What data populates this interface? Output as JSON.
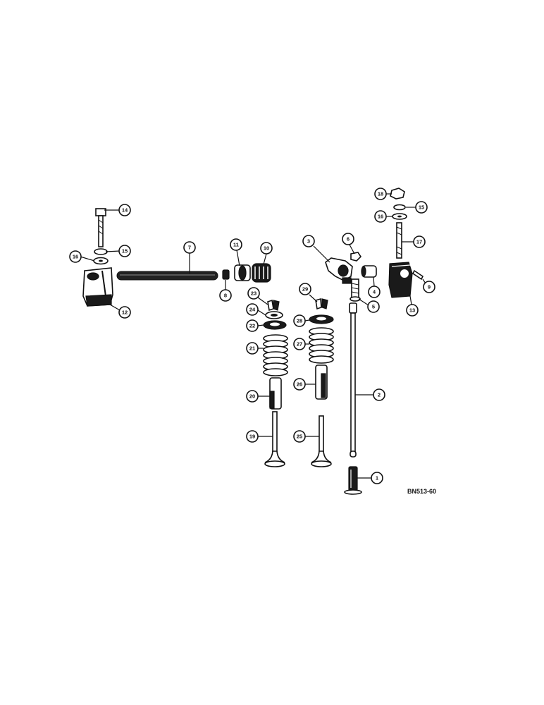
{
  "callouts": {
    "c1": "1",
    "c2": "2",
    "c3": "3",
    "c4": "4",
    "c5": "5",
    "c6": "6",
    "c7": "7",
    "c8": "8",
    "c9": "9",
    "c10": "10",
    "c11": "11",
    "c12": "12",
    "c13": "13",
    "c14": "14",
    "c15a": "15",
    "c15b": "15",
    "c16a": "16",
    "c16b": "16",
    "c17": "17",
    "c18": "18",
    "c19": "19",
    "c20": "20",
    "c21": "21",
    "c22": "22",
    "c23": "23",
    "c24": "24",
    "c25": "25",
    "c26": "26",
    "c27": "27",
    "c28": "28",
    "c29": "29"
  },
  "figure_code": "BN513-60"
}
